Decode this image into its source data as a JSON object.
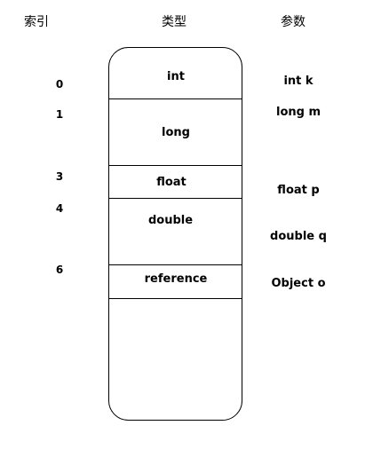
{
  "headers": {
    "index": "索引",
    "type": "类型",
    "param": "参数"
  },
  "indices": [
    "0",
    "1",
    "3",
    "4",
    "6"
  ],
  "slots": [
    "int",
    "long",
    "float",
    "double",
    "reference"
  ],
  "params": [
    "int k",
    "long m",
    "float p",
    "double q",
    "Object o"
  ]
}
